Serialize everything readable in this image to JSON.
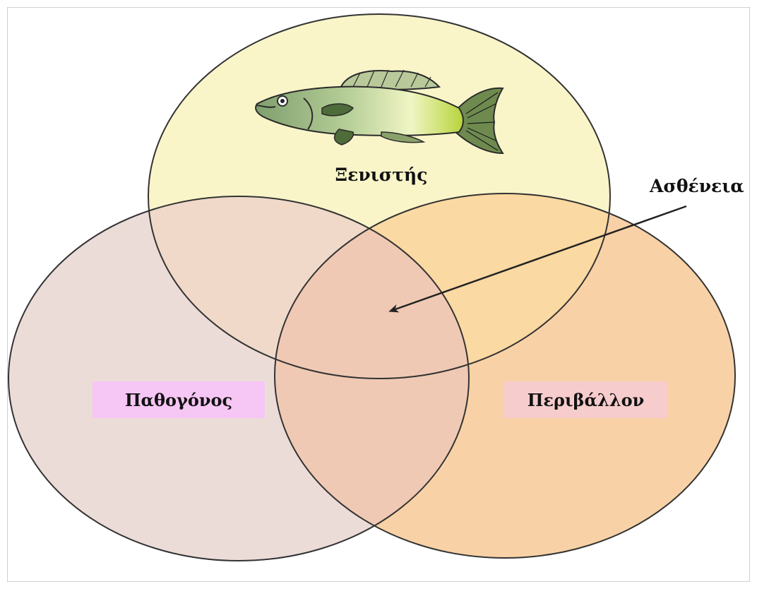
{
  "diagram": {
    "host": {
      "label": "Ξενιστής",
      "fill": "#f9f5c9",
      "icon": "fish-icon"
    },
    "pathogen": {
      "label": "Παθογόνος",
      "fill": "#ecdcd8",
      "label_bg": "#f6c6f4"
    },
    "environment": {
      "label": "Περιβάλλον",
      "fill": "#f8d2a6",
      "label_bg": "#f7cccd"
    },
    "disease": {
      "label": "Ασθένεια"
    },
    "colors": {
      "outline": "#333333",
      "arrow": "#222222",
      "center_overlap": "#f0c9b4",
      "host_env_overlap": "#fbd9a2",
      "host_path_overlap": "#f0d9c9"
    }
  }
}
